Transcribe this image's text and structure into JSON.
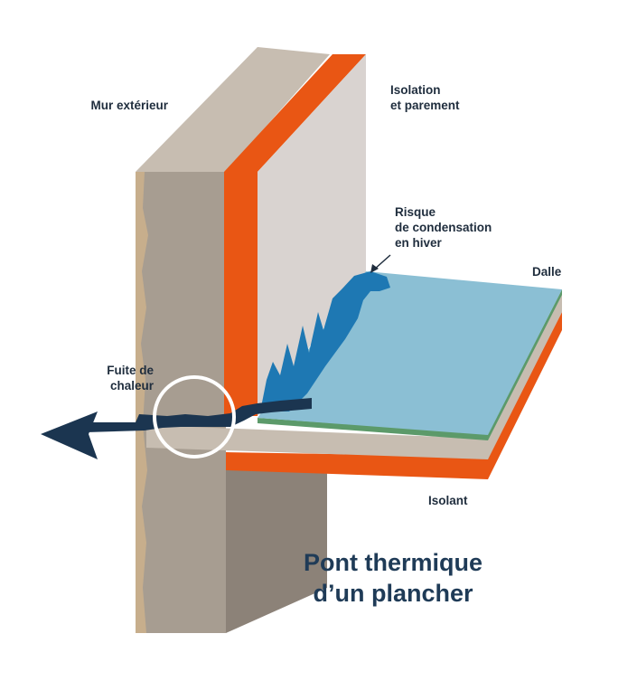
{
  "labels": {
    "mur_exterieur": "Mur extérieur",
    "isolation_line1": "Isolation",
    "isolation_line2": "et parement",
    "risque_line1": "Risque",
    "risque_line2": "de condensation",
    "risque_line3": "en hiver",
    "dalle": "Dalle",
    "fuite_line1": "Fuite de",
    "fuite_line2": "chaleur",
    "isolant": "Isolant"
  },
  "title": {
    "line1": "Pont thermique",
    "line2": "d’un plancher"
  },
  "colors": {
    "wall_front": "#a79d91",
    "wall_top": "#c7bdb1",
    "wall_side": "#8e847a",
    "insulation_orange": "#e95614",
    "interior_panel": "#d9d3d0",
    "slab_top": "#8bbfd4",
    "slab_edge_green": "#5c9a6a",
    "condensation_blue": "#1e78b3",
    "heat_leak_navy": "#1b3550",
    "text": "#1f2d3d"
  }
}
